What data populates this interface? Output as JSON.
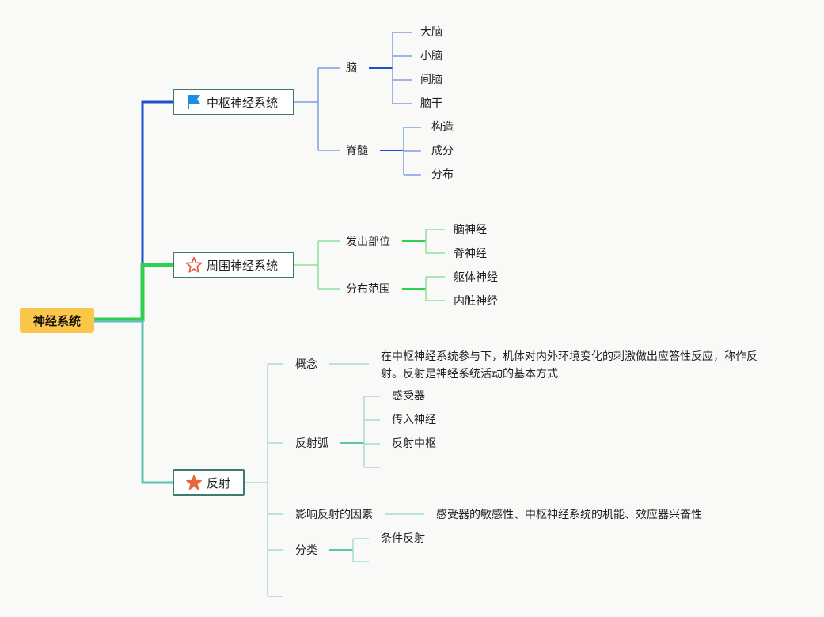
{
  "root": {
    "label": "神经系统"
  },
  "central": {
    "label": "中枢神经系统",
    "icon": "flag-icon",
    "brain": {
      "label": "脑",
      "children": [
        "大脑",
        "小脑",
        "间脑",
        "脑干"
      ]
    },
    "spine": {
      "label": "脊髓",
      "children": [
        "构造",
        "成分",
        "分布"
      ]
    }
  },
  "peripheral": {
    "label": "周围神经系统",
    "icon": "star-outline-icon",
    "origin": {
      "label": "发出部位",
      "children": [
        "脑神经",
        "脊神经"
      ]
    },
    "range": {
      "label": "分布范围",
      "children": [
        "躯体神经",
        "内脏神经"
      ]
    }
  },
  "reflex": {
    "label": "反射",
    "icon": "star-filled-icon",
    "concept": {
      "label": "概念",
      "text": "在中枢神经系统参与下，机体对内外环境变化的刺激做出应答性反应，称作反射。反射是神经系统活动的基本方式"
    },
    "arc": {
      "label": "反射弧",
      "children": [
        "感受器",
        "传入神经",
        "反射中枢",
        "",
        ""
      ]
    },
    "factors": {
      "label": "影响反射的因素",
      "text": "感受器的敏感性、中枢神经系统的机能、效应器兴奋性"
    },
    "category": {
      "label": "分类",
      "children": [
        "条件反射",
        ""
      ]
    }
  },
  "colors": {
    "background": "#f9f9f8",
    "root_fill": "#fcc64a",
    "central_line": "#1f4fd1",
    "central_branch": "#7f9ee0",
    "peripheral_line": "#2fcf52",
    "peripheral_branch": "#8ee19b",
    "reflex_line": "#5cc3b0",
    "reflex_branch": "#a8dccf",
    "box_border": "#3d7a70",
    "flag": "#1e8fe6",
    "star_outline": "#e0533e",
    "star_filled": "#e8663d"
  }
}
